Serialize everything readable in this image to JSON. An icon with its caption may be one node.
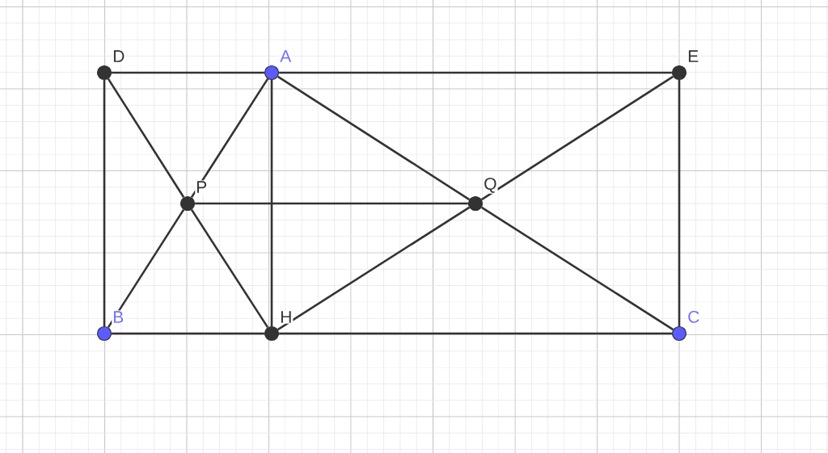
{
  "diagram": {
    "nodes": [
      {
        "text": [],
        "shape": "circle",
        "beside": [
          "D"
        ]
      },
      {
        "text": [],
        "shape": "circle",
        "beside": [
          "A"
        ]
      },
      {
        "text": [],
        "shape": "circle",
        "beside": [
          "E"
        ]
      },
      {
        "text": [],
        "shape": "circle",
        "beside": [
          "P"
        ]
      },
      {
        "text": [],
        "shape": "circle",
        "beside": [
          "Q"
        ]
      },
      {
        "text": [],
        "shape": "circle",
        "beside": [
          "B"
        ]
      },
      {
        "text": [],
        "shape": "circle",
        "beside": [
          "H"
        ]
      },
      {
        "text": [],
        "shape": "circle",
        "beside": [
          "C"
        ]
      }
    ],
    "edges": [
      {
        "from": 0,
        "to": 1,
        "arrow": "none"
      },
      {
        "from": 1,
        "to": 2,
        "arrow": "none"
      },
      {
        "from": 0,
        "to": 5,
        "arrow": "none"
      },
      {
        "from": 2,
        "to": 7,
        "arrow": "none"
      },
      {
        "from": 5,
        "to": 6,
        "arrow": "none"
      },
      {
        "from": 6,
        "to": 7,
        "arrow": "none"
      },
      {
        "from": 1,
        "to": 6,
        "arrow": "none"
      },
      {
        "from": 0,
        "to": 3,
        "arrow": "none"
      },
      {
        "from": 3,
        "to": 6,
        "arrow": "none"
      },
      {
        "from": 1,
        "to": 3,
        "arrow": "none"
      },
      {
        "from": 3,
        "to": 5,
        "arrow": "none"
      },
      {
        "from": 3,
        "to": 4,
        "arrow": "none"
      },
      {
        "from": 1,
        "to": 4,
        "arrow": "none"
      },
      {
        "from": 4,
        "to": 7,
        "arrow": "none"
      },
      {
        "from": 6,
        "to": 4,
        "arrow": "none"
      },
      {
        "from": 4,
        "to": 2,
        "arrow": "none"
      }
    ]
  }
}
